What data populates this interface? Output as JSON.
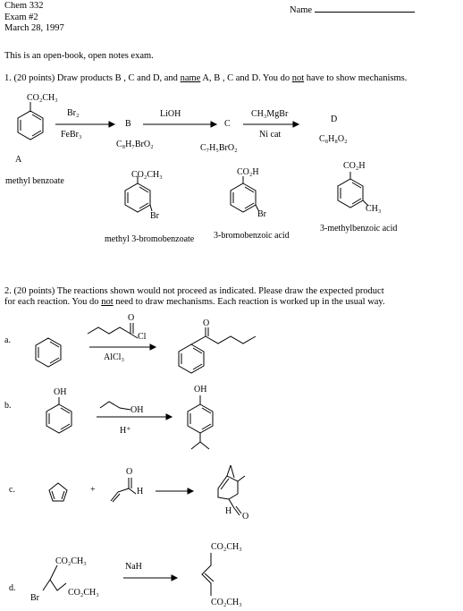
{
  "header": {
    "course": "Chem 332",
    "exam": "Exam #2",
    "date": "March 28, 1997",
    "name_label": "Name"
  },
  "intro": "This is an open-book, open notes exam.",
  "q1": {
    "text_a": "1.  (20 points) Draw products B , C and D, and ",
    "text_name": "name",
    "text_b": " A, B , C and D. You do ",
    "text_not": "not",
    "text_c": " have to show mechanisms.",
    "co2ch3": "CO₂CH₃",
    "reagent1_top": "Br₂",
    "reagent1_bottom": "FeBr₃",
    "label_B": "B",
    "reagent2": "LiOH",
    "label_C": "C",
    "reagent3_top": "CH₃MgBr",
    "reagent3_bottom": "Ni cat",
    "label_D": "D",
    "formula_B": "C₈H₇BrO₂",
    "formula_C": "C₇H₅BrO₂",
    "formula_D": "C₈H₈O₂",
    "label_A": "A",
    "name_A": "methyl benzoate",
    "struct_B_sub": "CO₂CH₃",
    "struct_B_br": "Br",
    "struct_C_sub": "CO₂H",
    "struct_C_br": "Br",
    "struct_D_sub": "CO₂H",
    "struct_D_me": "CH₃",
    "name_B": "methyl 3-bromobenzoate",
    "name_C": "3-bromobenzoic acid",
    "name_D": "3-methylbenzoic acid"
  },
  "q2": {
    "line1_a": "2.  (20 points)  The reactions shown would not proceed as indicated.  Please draw the expected product",
    "line2_a": "for each reaction. You do ",
    "line2_not": "not",
    "line2_b": " need to draw mechanisms. Each reaction is worked up in the usual way.",
    "a_label": "a.",
    "a_cl": "Cl",
    "a_o": "O",
    "a_reagent": "AlCl₃",
    "a_prod_o": "O",
    "b_label": "b.",
    "b_oh": "OH",
    "b_reagent_oh": "OH",
    "b_catalyst": "H⁺",
    "b_prod_oh": "OH",
    "c_label": "c.",
    "c_plus": "+",
    "c_o": "O",
    "c_h": "H",
    "c_prod_h": "H",
    "c_prod_o": "O",
    "d_label": "d.",
    "d_co2ch3_top": "CO₂CH₃",
    "d_co2ch3_bottom": "CO₂CH₃",
    "d_br": "Br",
    "d_reagent": "NaH",
    "d_prod_top": "CO₂CH₃",
    "d_prod_bottom": "CO₂CH₃"
  }
}
